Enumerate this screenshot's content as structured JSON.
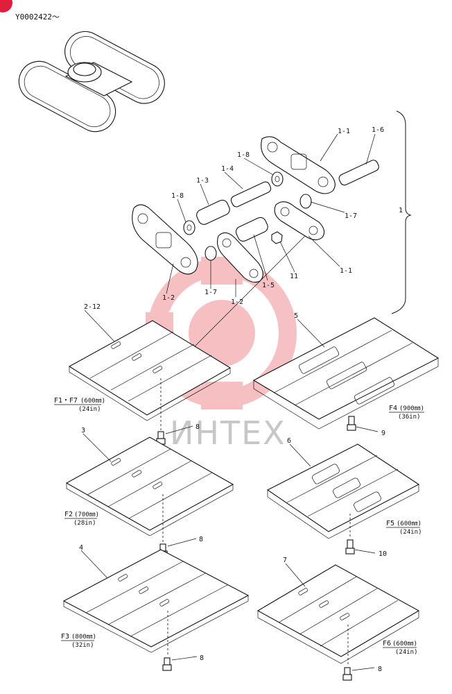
{
  "serial": "Y0002422～",
  "watermark": "ИНТЕХ",
  "callouts": {
    "c1_1a": "1-1",
    "c1_6": "1-6",
    "c1_8a": "1-8",
    "c1_4": "1-4",
    "c1_3": "1-3",
    "c1_8b": "1-8",
    "c1_7a": "1-7",
    "c1": "1",
    "c1_1b": "1-1",
    "c11": "11",
    "c1_5": "1-5",
    "c1_2a": "1-2",
    "c1_7b": "1-7",
    "c1_2b": "1-2",
    "c2_12": "2-12",
    "c5": "5",
    "c3": "3",
    "c6": "6",
    "c4": "4",
    "c7": "7",
    "c8a": "8",
    "c8b": "8",
    "c8c": "8",
    "c8d": "8",
    "c9": "9",
    "c10": "10"
  },
  "shoes": {
    "f1": {
      "code": "F1・F7",
      "mm": "(600㎜)",
      "inch": "(24in)"
    },
    "f2": {
      "code": "F2",
      "mm": "(700㎜)",
      "inch": "(28in)"
    },
    "f3": {
      "code": "F3",
      "mm": "(800㎜)",
      "inch": "(32in)"
    },
    "f4": {
      "code": "F4",
      "mm": "(900㎜)",
      "inch": "(36in)"
    },
    "f5": {
      "code": "F5",
      "mm": "(600㎜)",
      "inch": "(24in)"
    },
    "f6": {
      "code": "F6",
      "mm": "(600㎜)",
      "inch": "(24in)"
    }
  },
  "colors": {
    "watermark_red": "#e01f2a",
    "badge_red": "#e0203a",
    "ink": "#111111"
  }
}
